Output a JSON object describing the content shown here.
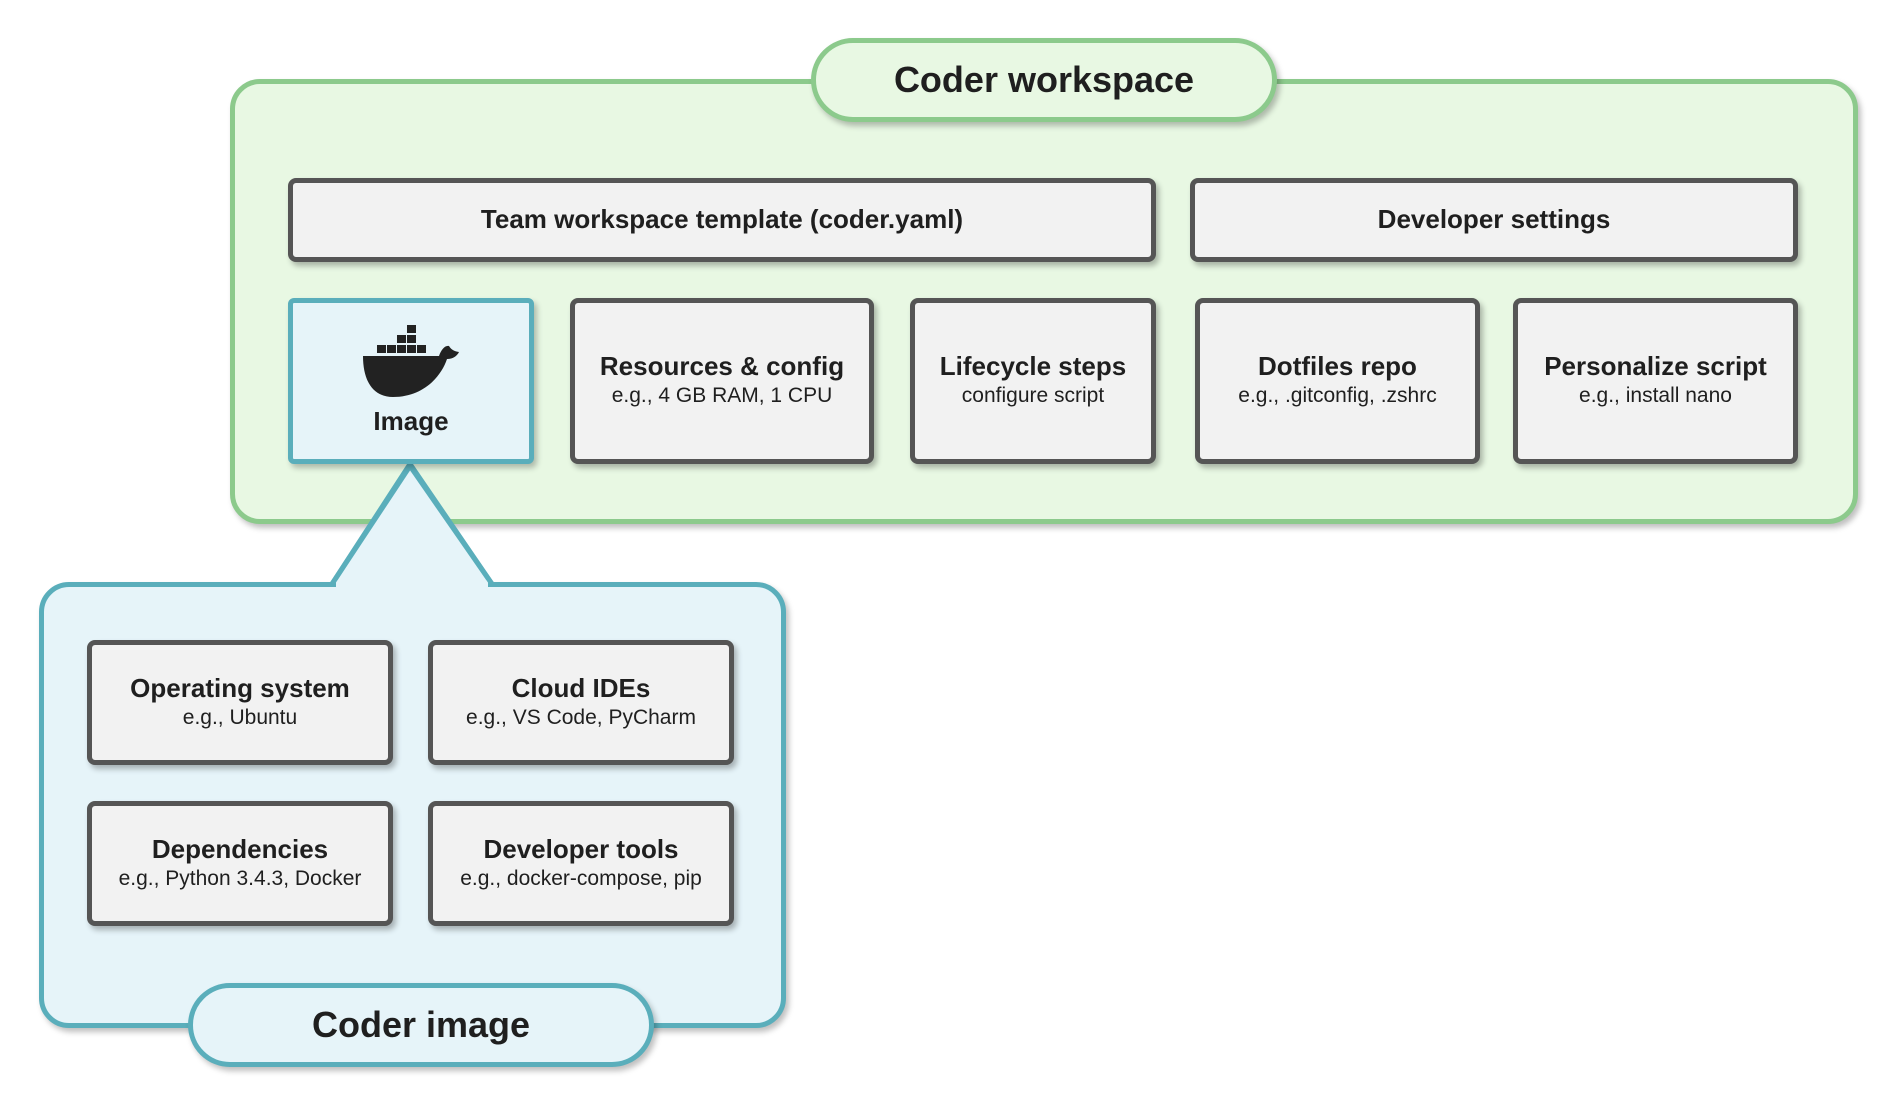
{
  "workspace": {
    "title": "Coder workspace",
    "template_label": "Team workspace template (coder.yaml)",
    "dev_settings_label": "Developer settings",
    "image_label": "Image",
    "image_icon": "docker-whale-icon",
    "cards": [
      {
        "title": "Resources & config",
        "subtitle": "e.g., 4 GB RAM, 1 CPU"
      },
      {
        "title": "Lifecycle steps",
        "subtitle": "configure script"
      },
      {
        "title": "Dotfiles repo",
        "subtitle": "e.g., .gitconfig, .zshrc"
      },
      {
        "title": "Personalize script",
        "subtitle": "e.g., install nano"
      }
    ]
  },
  "image": {
    "title": "Coder image",
    "cards": [
      {
        "title": "Operating system",
        "subtitle": "e.g., Ubuntu"
      },
      {
        "title": "Cloud IDEs",
        "subtitle": "e.g., VS Code, PyCharm"
      },
      {
        "title": "Dependencies",
        "subtitle": "e.g., Python 3.4.3, Docker"
      },
      {
        "title": "Developer tools",
        "subtitle": "e.g., docker-compose, pip"
      }
    ]
  },
  "colors": {
    "workspace_fill": "#e8f8e3",
    "workspace_border": "#8cca8c",
    "image_fill": "#e6f4f9",
    "image_border": "#5aaebb",
    "card_fill": "#f2f2f2",
    "card_border": "#555555"
  }
}
